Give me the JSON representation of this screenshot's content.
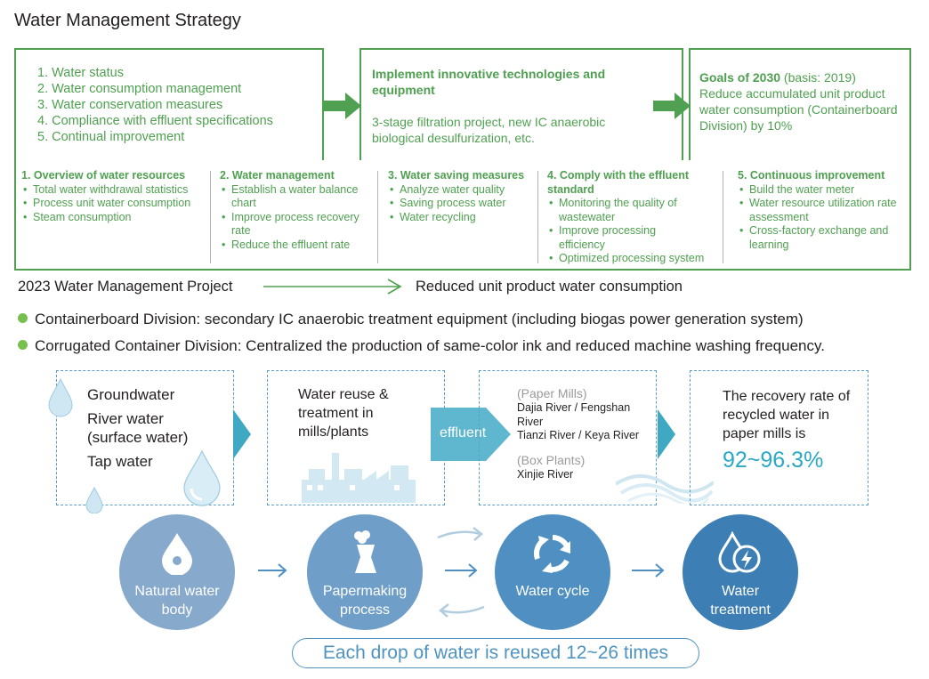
{
  "title": "Water Management Strategy",
  "strategy": {
    "list": [
      "1. Water status",
      "2. Water consumption management",
      "3. Water conservation measures",
      "4. Compliance with effluent specifications",
      "5. Continual improvement"
    ],
    "middle": {
      "heading": "Implement innovative technologies and equipment",
      "text": "3-stage filtration project, new IC anaerobic biological desulfurization, etc."
    },
    "goals": {
      "heading": "Goals of 2030",
      "basis": " (basis: 2019)",
      "text": "Reduce accumulated unit product water consumption (Containerboard Division) by 10%"
    }
  },
  "columns": [
    {
      "heading": "1. Overview of water resources",
      "items": [
        "Total water withdrawal statistics",
        "Process unit water consumption",
        "Steam consumption"
      ]
    },
    {
      "heading": "2. Water management",
      "items": [
        "Establish a water balance chart",
        "Improve process recovery rate",
        "Reduce the effluent rate"
      ]
    },
    {
      "heading": "3. Water saving measures",
      "items": [
        "Analyze water quality",
        "Saving process water",
        "Water recycling"
      ]
    },
    {
      "heading": "4. Comply with the effluent standard",
      "items": [
        "Monitoring the quality of wastewater",
        "Improve processing efficiency",
        "Optimized processing system"
      ]
    },
    {
      "heading": "5. Continuous improvement",
      "items": [
        "Build the water meter",
        "Water resource utilization rate assessment",
        "Cross-factory exchange and learning"
      ]
    }
  ],
  "project": {
    "left": "2023 Water Management Project",
    "right": "Reduced unit product water consumption"
  },
  "bullets": [
    "Containerboard Division: secondary IC anaerobic treatment equipment (including biogas power generation system)",
    "Corrugated Container Division: Centralized the production of same-color ink and reduced machine washing frequency."
  ],
  "sources": [
    "Groundwater",
    "River water",
    "(surface water)",
    "Tap water"
  ],
  "reuse": "Water reuse & treatment in mills/plants",
  "effluent_label": "effluent",
  "rivers": {
    "paper_label": "(Paper Mills)",
    "paper_items": [
      "Dajia River / Fengshan River",
      "Tianzi River / Keya River"
    ],
    "box_label": "(Box Plants)",
    "box_items": [
      "Xinjie River"
    ]
  },
  "recovery": {
    "text": "The recovery rate of recycled water in paper mills is",
    "value": "92~96.3%"
  },
  "circles": [
    {
      "line1": "Natural water",
      "line2": "body",
      "icon": "water-drop-icon"
    },
    {
      "line1": "Papermaking",
      "line2": "process",
      "icon": "factory-tower-icon"
    },
    {
      "line1": "Water cycle",
      "line2": "",
      "icon": "recycle-arrows-icon"
    },
    {
      "line1": "Water",
      "line2": "treatment",
      "icon": "drop-lightning-icon"
    }
  ],
  "reuse_times": "Each drop of water is reused 12~26 times",
  "colors": {
    "green": "#4fa050",
    "accent_blue": "#2aa8c4",
    "circle1": "#86a9cc",
    "circle2": "#6f9ec8",
    "circle3": "#4f8fc2",
    "circle4": "#3d7fb4"
  }
}
